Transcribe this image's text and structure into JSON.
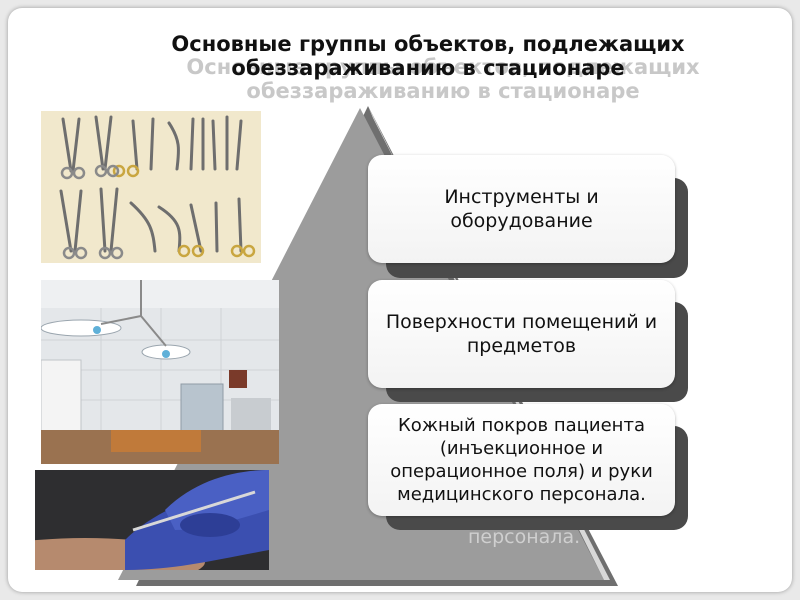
{
  "slide": {
    "title": "Основные группы объектов, подлежащих обеззараживанию в стационаре"
  },
  "cards": [
    {
      "label": "Инструменты и оборудование"
    },
    {
      "label": "Поверхности помещений и предметов"
    },
    {
      "label": "Кожный покров пациента (инъекционное и операционное поля) и руки медицинского персонала."
    }
  ],
  "ghost_text": "персонала.",
  "colors": {
    "pyramid": "#9a9a9a",
    "pyramid_dark": "#6f6f6f",
    "card_shadow": "#4a4a4a"
  },
  "images": [
    "surgical-instruments-photo",
    "operating-room-photo",
    "gloved-hands-injection-photo"
  ]
}
